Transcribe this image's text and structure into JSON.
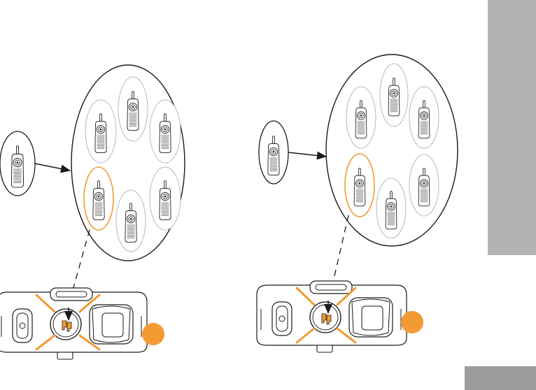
{
  "colors": {
    "accent": "#f39a33",
    "line": "#1a1a1a",
    "faint": "#b8b8b8",
    "tab": "#b3b3b3",
    "tab_dark": "#9c9c9c"
  },
  "icons": [
    "walkie-talkie-icon",
    "orange-dot-icon",
    "arrow-icon",
    "radio-top-view"
  ],
  "panels": [
    {
      "name": "left",
      "group_members": 6,
      "highlighted_member": "left-middle"
    },
    {
      "name": "right",
      "group_members": 6,
      "highlighted_member": "left-middle"
    }
  ]
}
